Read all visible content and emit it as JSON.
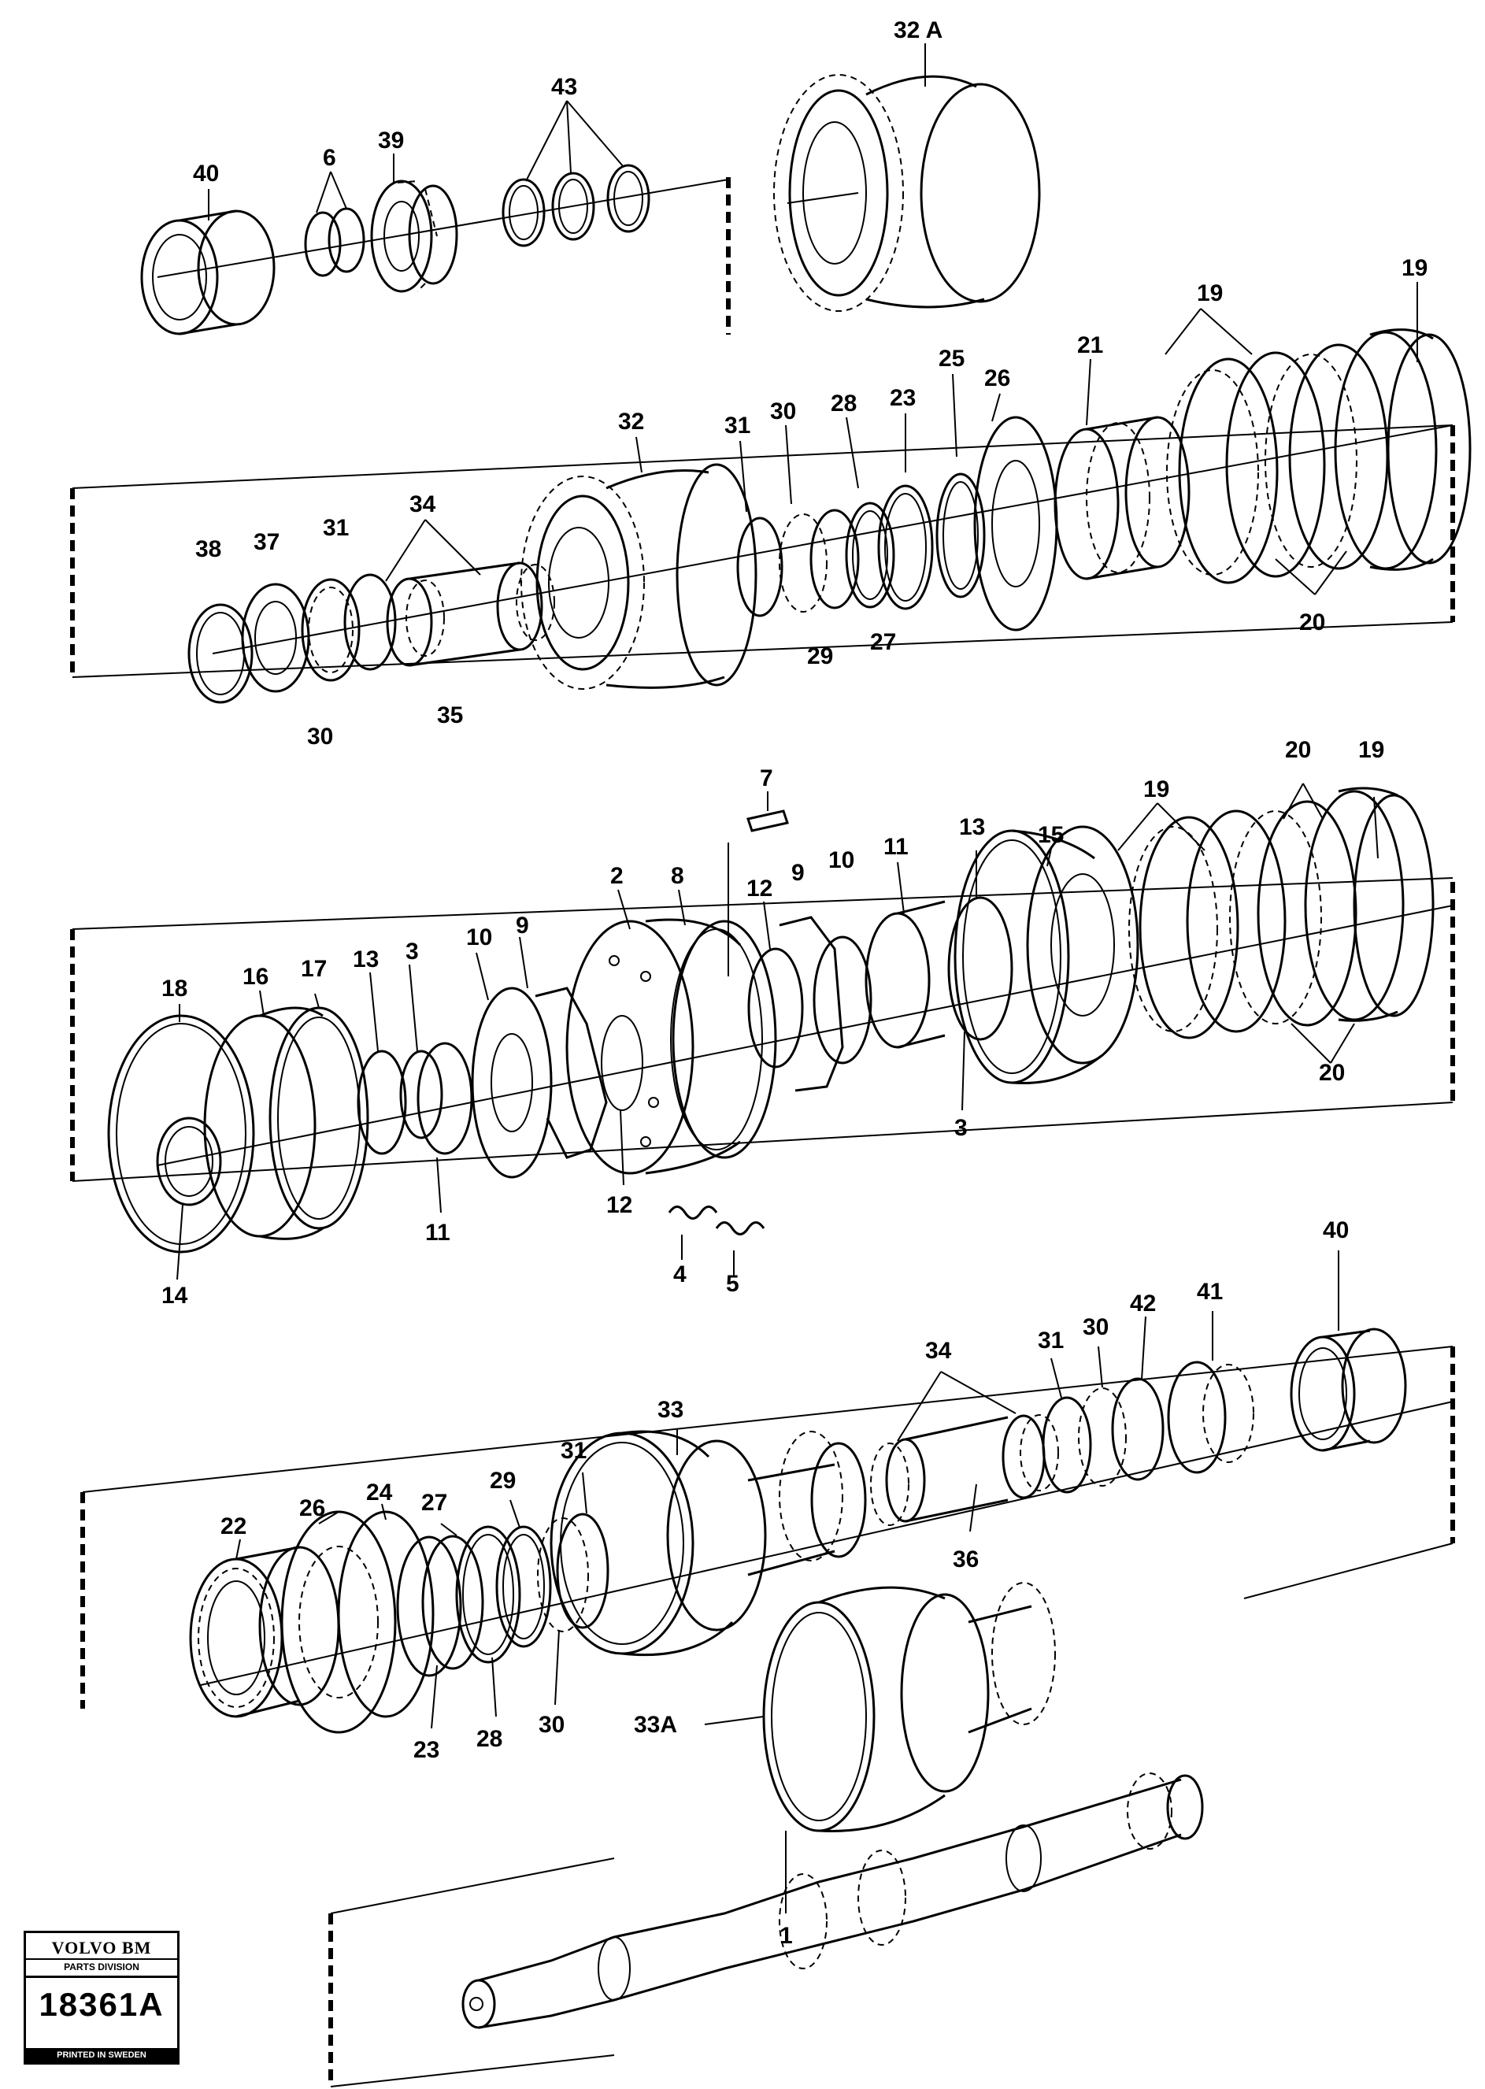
{
  "callouts": [
    {
      "id": "c-32a-top",
      "text": "32 A"
    },
    {
      "id": "c-43",
      "text": "43"
    },
    {
      "id": "c-40-top",
      "text": "40"
    },
    {
      "id": "c-6",
      "text": "6"
    },
    {
      "id": "c-39",
      "text": "39"
    },
    {
      "id": "c-19-a",
      "text": "19"
    },
    {
      "id": "c-19-b",
      "text": "19"
    },
    {
      "id": "c-25",
      "text": "25"
    },
    {
      "id": "c-26-a",
      "text": "26"
    },
    {
      "id": "c-21",
      "text": "21"
    },
    {
      "id": "c-32",
      "text": "32"
    },
    {
      "id": "c-23-a",
      "text": "23"
    },
    {
      "id": "c-28-a",
      "text": "28"
    },
    {
      "id": "c-31-a",
      "text": "31"
    },
    {
      "id": "c-30-a",
      "text": "30"
    },
    {
      "id": "c-34-a",
      "text": "34"
    },
    {
      "id": "c-38",
      "text": "38"
    },
    {
      "id": "c-37",
      "text": "37"
    },
    {
      "id": "c-31-b",
      "text": "31"
    },
    {
      "id": "c-29-a",
      "text": "29"
    },
    {
      "id": "c-27-a",
      "text": "27"
    },
    {
      "id": "c-20-a",
      "text": "20"
    },
    {
      "id": "c-30-b",
      "text": "30"
    },
    {
      "id": "c-35",
      "text": "35"
    },
    {
      "id": "c-7",
      "text": "7"
    },
    {
      "id": "c-19-c",
      "text": "19"
    },
    {
      "id": "c-20-b",
      "text": "20"
    },
    {
      "id": "c-19-d",
      "text": "19"
    },
    {
      "id": "c-15",
      "text": "15"
    },
    {
      "id": "c-8",
      "text": "8"
    },
    {
      "id": "c-13-a",
      "text": "13"
    },
    {
      "id": "c-11-a",
      "text": "11"
    },
    {
      "id": "c-9-a",
      "text": "9"
    },
    {
      "id": "c-10-a",
      "text": "10"
    },
    {
      "id": "c-2",
      "text": "2"
    },
    {
      "id": "c-12-a",
      "text": "12"
    },
    {
      "id": "c-18",
      "text": "18"
    },
    {
      "id": "c-16",
      "text": "16"
    },
    {
      "id": "c-17",
      "text": "17"
    },
    {
      "id": "c-13-b",
      "text": "13"
    },
    {
      "id": "c-3-a",
      "text": "3"
    },
    {
      "id": "c-10-b",
      "text": "10"
    },
    {
      "id": "c-9-b",
      "text": "9"
    },
    {
      "id": "c-20-c",
      "text": "20"
    },
    {
      "id": "c-3-b",
      "text": "3"
    },
    {
      "id": "c-11-b",
      "text": "11"
    },
    {
      "id": "c-12-b",
      "text": "12"
    },
    {
      "id": "c-14",
      "text": "14"
    },
    {
      "id": "c-4",
      "text": "4"
    },
    {
      "id": "c-5",
      "text": "5"
    },
    {
      "id": "c-40-mid",
      "text": "40"
    },
    {
      "id": "c-34-b",
      "text": "34"
    },
    {
      "id": "c-31-c",
      "text": "31"
    },
    {
      "id": "c-30-c",
      "text": "30"
    },
    {
      "id": "c-42",
      "text": "42"
    },
    {
      "id": "c-41",
      "text": "41"
    },
    {
      "id": "c-33",
      "text": "33"
    },
    {
      "id": "c-31-d",
      "text": "31"
    },
    {
      "id": "c-29-b",
      "text": "29"
    },
    {
      "id": "c-27-b",
      "text": "27"
    },
    {
      "id": "c-24",
      "text": "24"
    },
    {
      "id": "c-26-b",
      "text": "26"
    },
    {
      "id": "c-22",
      "text": "22"
    },
    {
      "id": "c-36",
      "text": "36"
    },
    {
      "id": "c-23-b",
      "text": "23"
    },
    {
      "id": "c-28-b",
      "text": "28"
    },
    {
      "id": "c-30-d",
      "text": "30"
    },
    {
      "id": "c-33a",
      "text": "33A"
    },
    {
      "id": "c-1",
      "text": "1"
    }
  ],
  "stamp": {
    "brand": "VOLVO BM",
    "division": "PARTS DIVISION",
    "reference": "18361A",
    "printed": "PRINTED IN SWEDEN"
  }
}
